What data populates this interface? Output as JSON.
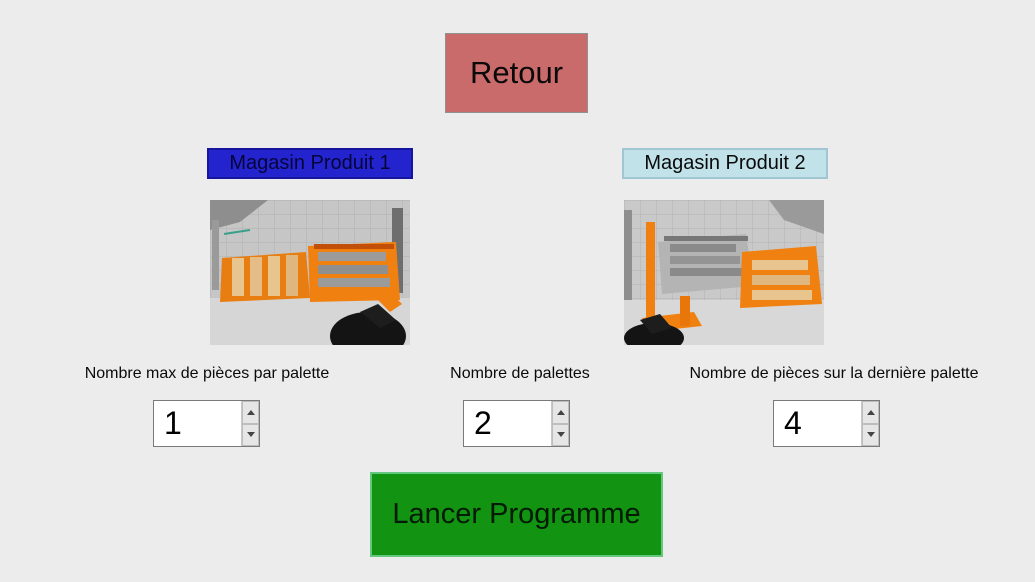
{
  "header": {
    "retour_label": "Retour"
  },
  "magasins": [
    {
      "label": "Magasin Produit 1",
      "image": "magasin-1-3d-view"
    },
    {
      "label": "Magasin Produit 2",
      "image": "magasin-2-3d-view"
    }
  ],
  "inputs": [
    {
      "label": "Nombre max de pièces par palette",
      "value": "1"
    },
    {
      "label": "Nombre de palettes",
      "value": "2"
    },
    {
      "label": "Nombre de pièces sur la dernière palette",
      "value": "4"
    }
  ],
  "footer": {
    "lancer_label": "Lancer Programme"
  },
  "colors": {
    "background": "#ececec",
    "retour_button": "#ca6b6b",
    "magasin1_label": "#2424cf",
    "magasin2_label": "#c2e2ea",
    "lancer_button": "#129312",
    "machine_orange": "#f08010",
    "wood_tan": "#e8c48e"
  }
}
